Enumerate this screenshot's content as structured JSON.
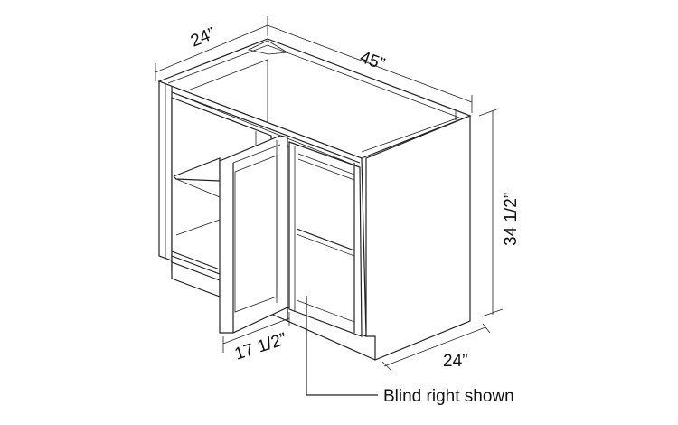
{
  "dimensions": {
    "top_depth": "24”",
    "width": "45”",
    "height": "34 1/2”",
    "side_depth": "24”",
    "door_width": "17 1/2”"
  },
  "callout": {
    "label": "Blind right shown"
  }
}
